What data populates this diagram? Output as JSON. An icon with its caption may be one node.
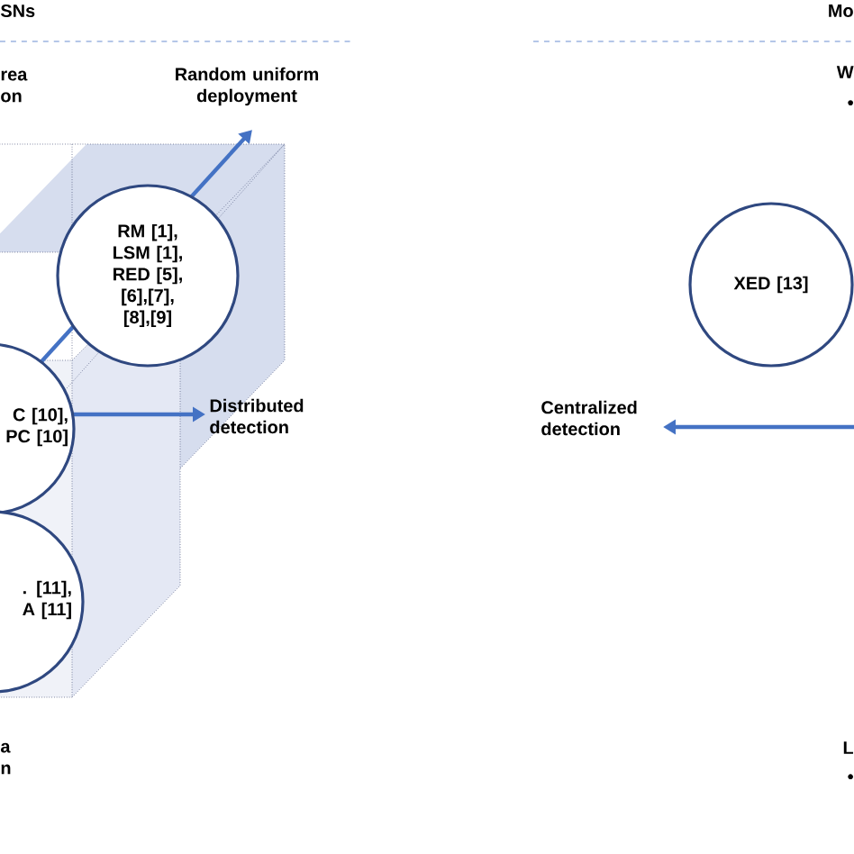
{
  "diagram": {
    "nodes": [
      {
        "text": [
          "RM [1], LSM [1], RED [5], [6],[7], [8],[9]"
        ]
      },
      {
        "text": [
          "C [10], PC [10]"
        ]
      },
      {
        "text": [
          ". [11], A [11]"
        ]
      },
      {
        "text": [
          "XED [13]"
        ]
      }
    ],
    "labels": [
      "SNs",
      "Mo",
      "rea on",
      "Random uniform deployment",
      "W",
      "•",
      "Distributed detection",
      "Centralized detection",
      "a n",
      "L",
      "•"
    ]
  }
}
